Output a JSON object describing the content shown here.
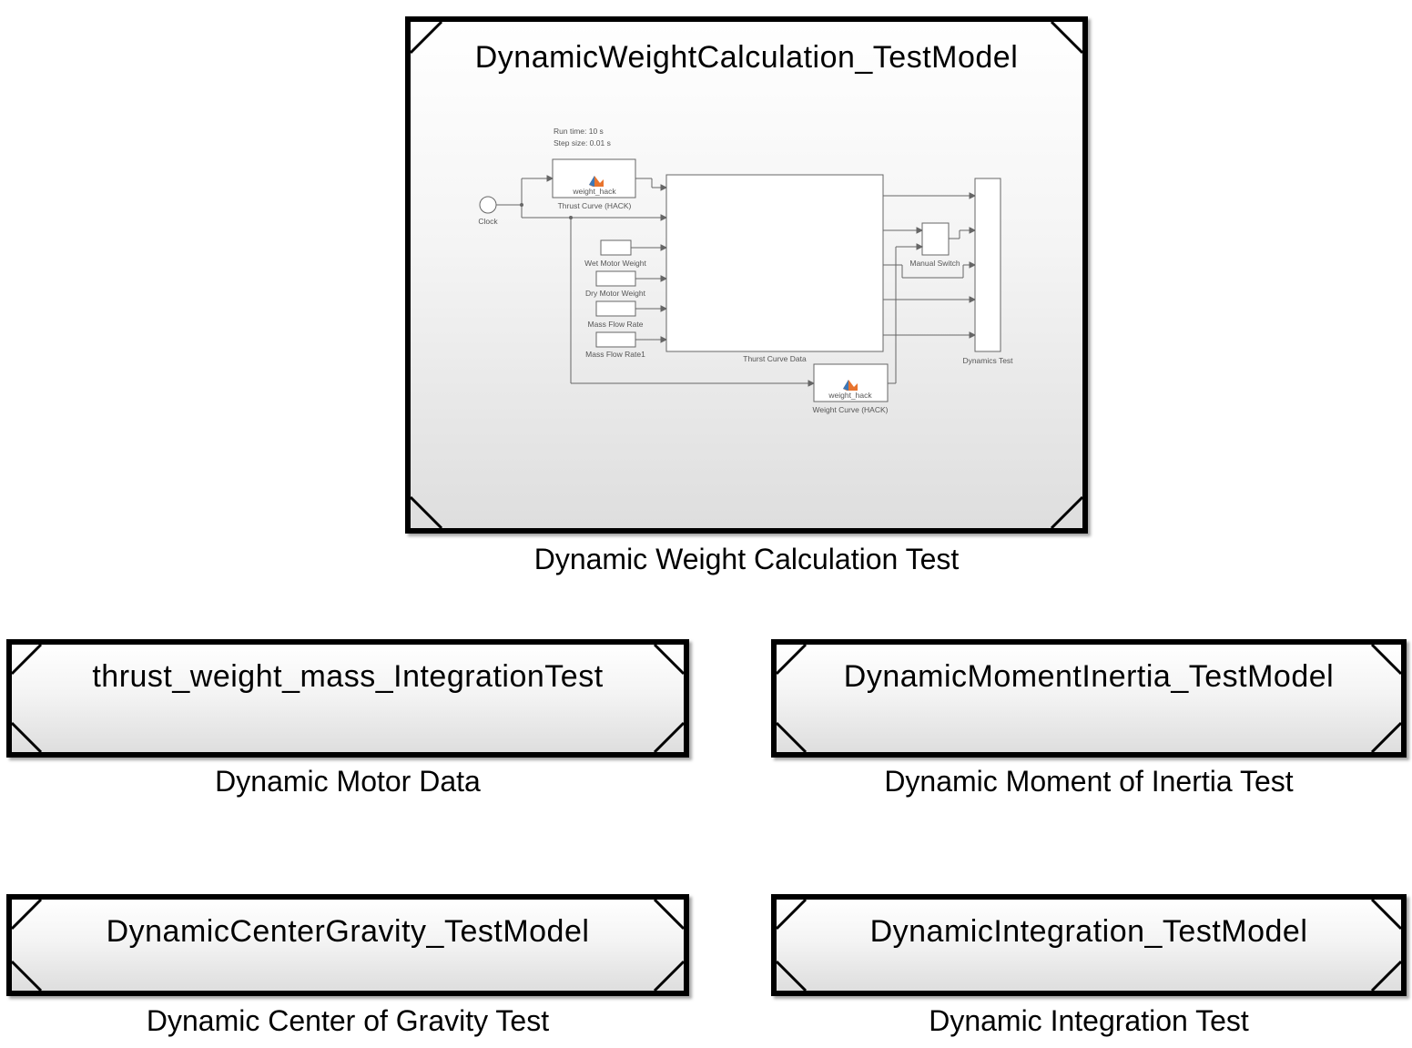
{
  "main_block": {
    "title": "DynamicWeightCalculation_TestModel",
    "caption": "Dynamic Weight Calculation Test",
    "preview": {
      "run_time": "Run time: 10 s",
      "step_size": "Step size: 0.01 s",
      "clock_label": "Clock",
      "thrust_fn_inner": "weight_hack",
      "thrust_fn_label": "Thrust Curve (HACK)",
      "wet_motor_label": "Wet Motor Weight",
      "dry_motor_label": "Dry Motor Weight",
      "mass_flow_label": "Mass Flow Rate",
      "mass_flow1_label": "Mass Flow Rate1",
      "thrust_data_label": "Thurst Curve Data",
      "manual_switch_label": "Manual Switch",
      "dynamics_test_label": "Dynamics Test",
      "weight_fn_inner": "weight_hack",
      "weight_fn_label": "Weight Curve (HACK)"
    }
  },
  "motor_block": {
    "title": "thrust_weight_mass_IntegrationTest",
    "caption": "Dynamic Motor Data"
  },
  "inertia_block": {
    "title": "DynamicMomentInertia_TestModel",
    "caption": "Dynamic Moment of Inertia Test"
  },
  "cg_block": {
    "title": "DynamicCenterGravity_TestModel",
    "caption": "Dynamic Center of Gravity Test"
  },
  "integration_block": {
    "title": "DynamicIntegration_TestModel",
    "caption": "Dynamic Integration Test"
  },
  "colors": {
    "border": "#000000",
    "gradient_top": "#ffffff",
    "gradient_bottom": "#dedede",
    "preview_line": "#666666",
    "matlab_icon": "#e8742e"
  },
  "icons": [
    "model-reference-corner-icon",
    "matlab-function-icon",
    "clock-icon"
  ]
}
